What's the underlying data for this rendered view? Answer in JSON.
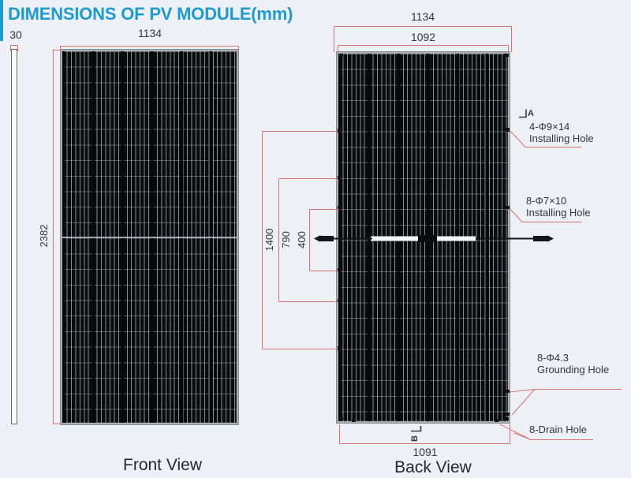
{
  "title": "DIMENSIONS OF PV MODULE(mm)",
  "colors": {
    "accent": "#1d9ad2",
    "dimension_line": "#d97070",
    "panel": "#0a0b0d",
    "background": "#edf1f6"
  },
  "front_view": {
    "label": "Front View",
    "width": "1134",
    "height": "2382",
    "thickness": "30"
  },
  "back_view": {
    "label": "Back View",
    "outer_width": "1134",
    "inner_width": "1092",
    "bottom_width": "1091",
    "hole_span_outer": "1400",
    "hole_span_middle": "790",
    "hole_span_inner": "400",
    "section_top": "A",
    "section_bottom": "B"
  },
  "callouts": {
    "installing_hole_top": {
      "line1": "4-Φ9×14",
      "line2": "Installing Hole"
    },
    "installing_hole_mid": {
      "line1": "8-Φ7×10",
      "line2": "Installing Hole"
    },
    "grounding_hole": {
      "line1": "8-Φ4.3",
      "line2": "Grounding Hole"
    },
    "drain_hole": {
      "line1": "8-Drain Hole"
    }
  }
}
